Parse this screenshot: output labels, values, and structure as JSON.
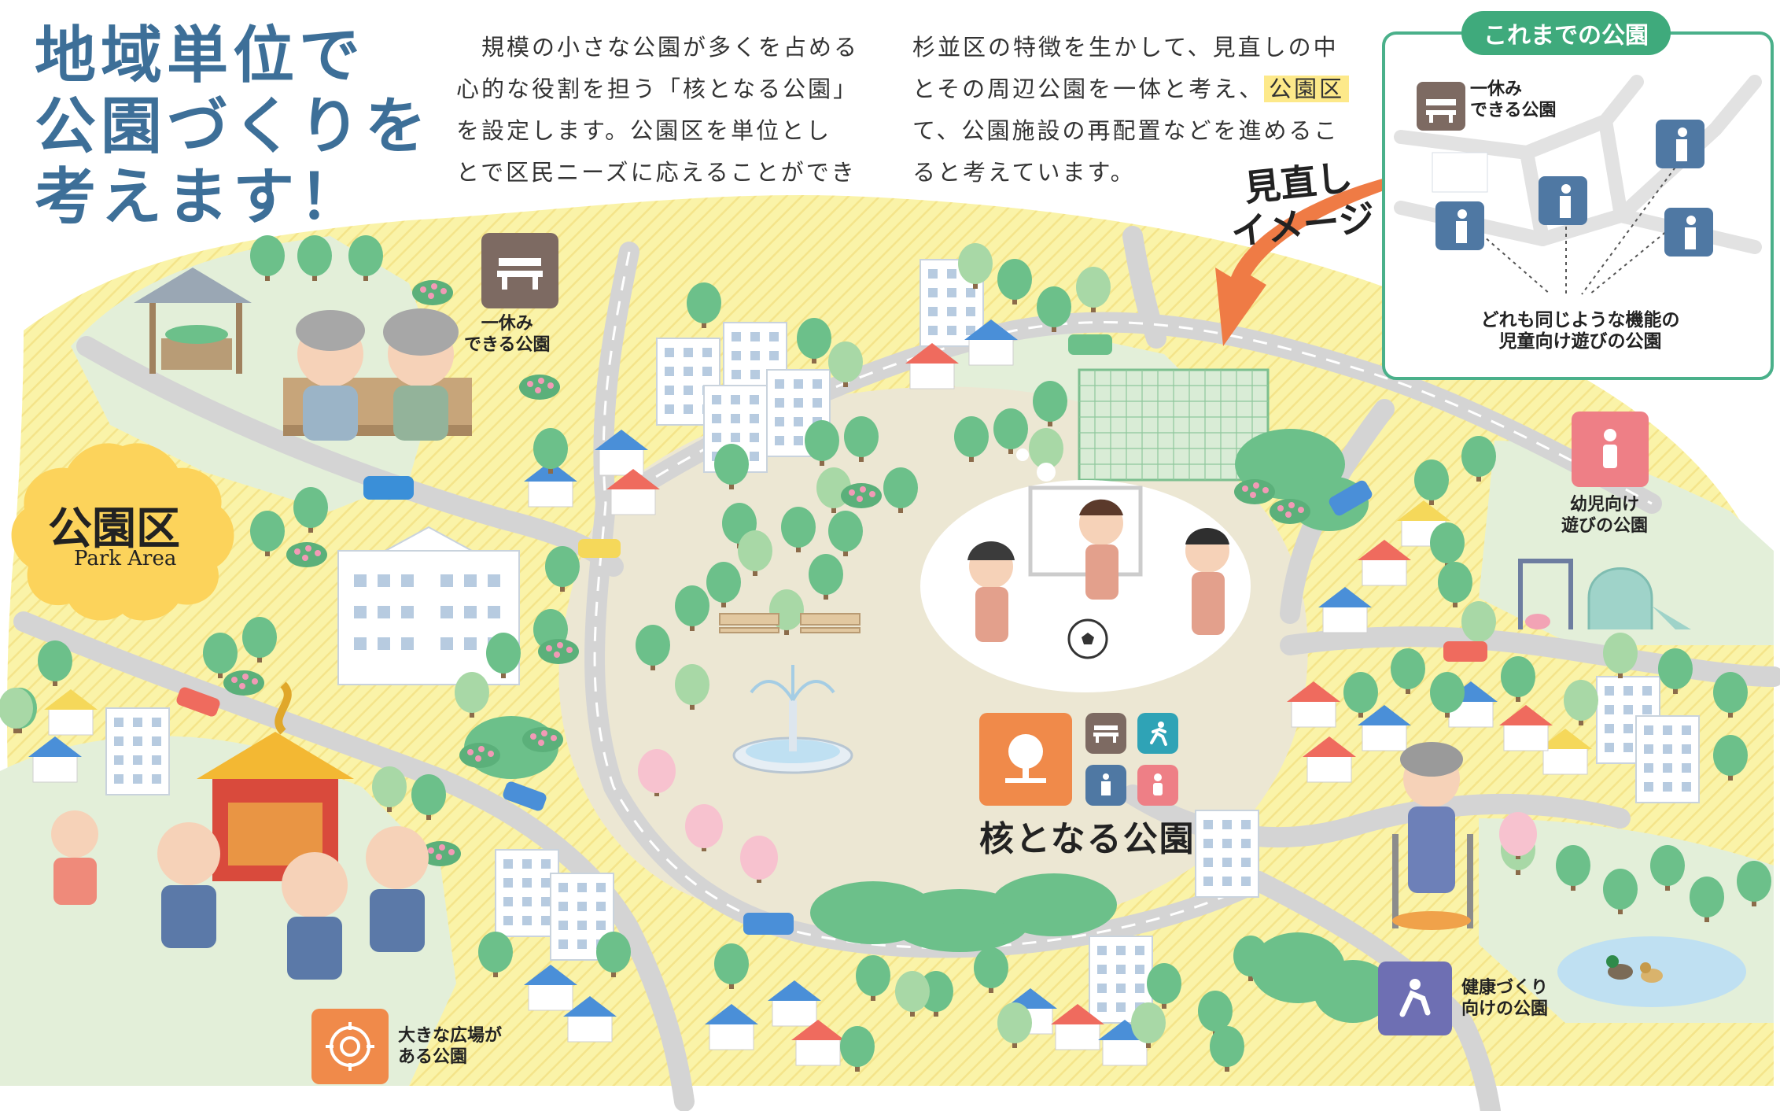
{
  "heading": {
    "line1": "地域単位で",
    "line2": "公園づくりを",
    "line3": "考えます！"
  },
  "intro": {
    "col1": [
      "　規模の小さな公園が多くを占める",
      "心的な役割を担う「核となる公園」",
      "を設定します。公園区を単位とし",
      "とで区民ニーズに応えることができ"
    ],
    "col2_line1": "杉並区の特徴を生かして、見直しの中",
    "col2_line2_pre": "とその周辺公園を一体と考え、",
    "col2_line2_highlight": "公園区",
    "col2_line3": "て、公園施設の再配置などを進めるこ",
    "col2_line4": "ると考えています。"
  },
  "arrow_label": {
    "line1": "見直し",
    "line2": "イメージ"
  },
  "inset": {
    "title": "これまでの公園",
    "rest_label": {
      "line1": "一休み",
      "line2": "できる公園"
    },
    "caption": {
      "line1": "どれも同じような機能の",
      "line2": "児童向け遊びの公園"
    }
  },
  "park_area": {
    "jp": "公園区",
    "en": "Park Area"
  },
  "labels": {
    "rest_park": {
      "line1": "一休み",
      "line2": "できる公園"
    },
    "infant_park": {
      "line1": "幼児向け",
      "line2": "遊びの公園"
    },
    "plaza_park": {
      "line1": "大きな広場が",
      "line2": "ある公園"
    },
    "health_park": {
      "line1": "健康づくり",
      "line2": "向けの公園"
    },
    "core_park": "核となる公園"
  },
  "colors": {
    "title_blue": "#3d6f98",
    "map_green": "#e3efd9",
    "map_yellow": "#faf3a8",
    "road": "#d4d4d4",
    "icon_brown": "#7d6a62",
    "icon_blue": "#4f78a3",
    "icon_teal": "#2fa3b6",
    "icon_pink": "#ee7f86",
    "icon_orange": "#f08a4a",
    "icon_purple": "#6e6fb3",
    "inset_green": "#3faa7c",
    "arrow_orange": "#ef7b45",
    "badge_yellow": "#fcd35b"
  },
  "icons": [
    "bench-icon",
    "play-icon",
    "infant-icon",
    "plaza-icon",
    "health-icon",
    "tree-icon"
  ]
}
